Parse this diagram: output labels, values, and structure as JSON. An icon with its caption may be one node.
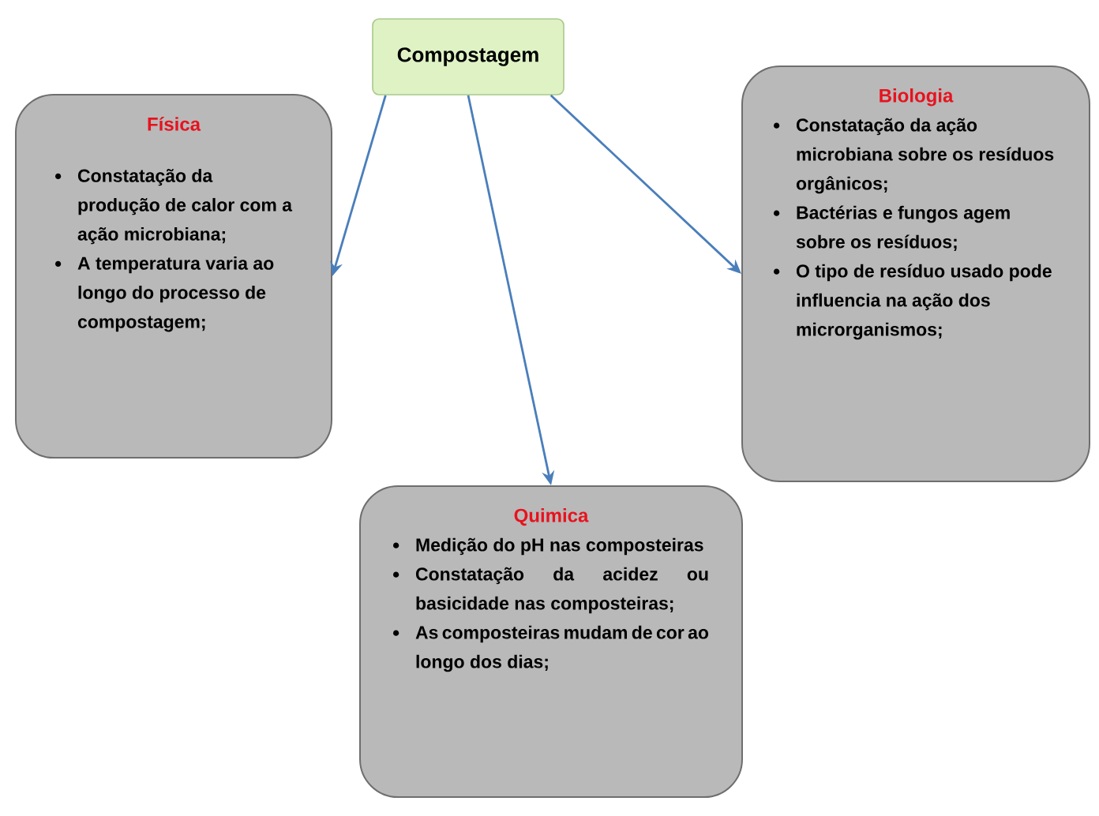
{
  "diagram": {
    "nodes": [
      {
        "text": [
          "Compostagem"
        ]
      },
      {
        "text": [
          "Física",
          "Constatação da produção de calor com a ação microbiana;",
          "A temperatura varia ao longo do processo de compostagem;"
        ]
      },
      {
        "text": [
          "Biologia",
          "Constatação da ação microbiana sobre os resíduos orgânicos;",
          "Bactérias e fungos agem sobre os resíduos;",
          "O tipo de resíduo usado pode influencia na ação dos microrganismos;"
        ]
      },
      {
        "text": [
          "Quimica",
          "Medição do pH nas composteiras",
          "Constatação da acidez ou basicidade nas composteiras;",
          "As composteiras mudam de cor ao longo dos dias;"
        ]
      }
    ],
    "edges": [
      {
        "from": 0,
        "to": 1,
        "arrow": "to"
      },
      {
        "from": 0,
        "to": 3,
        "arrow": "to"
      },
      {
        "from": 0,
        "to": 2,
        "arrow": "to"
      }
    ]
  }
}
